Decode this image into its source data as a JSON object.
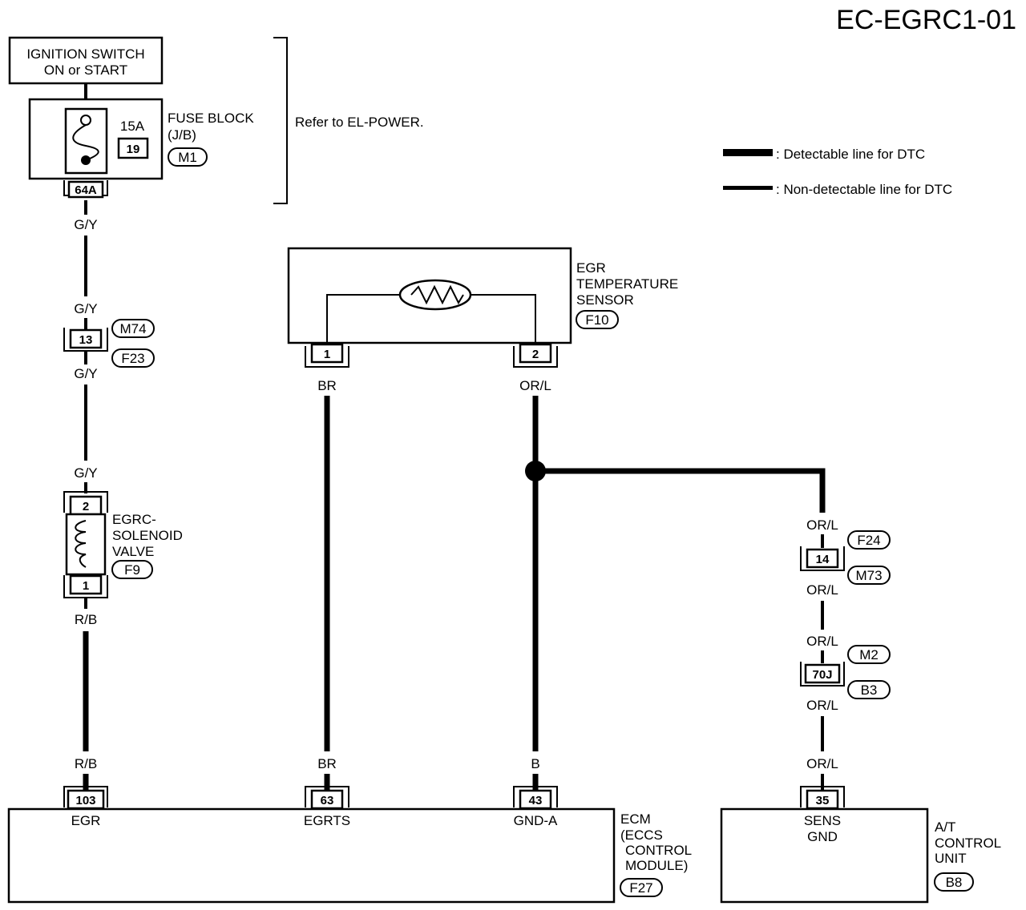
{
  "page_code": "EC-EGRC1-01",
  "legend": {
    "detectable": ": Detectable line for DTC",
    "non_detectable": ": Non-detectable line for DTC"
  },
  "ignition_switch": {
    "line1": "IGNITION SWITCH",
    "line2": "ON or START"
  },
  "fuse_block": {
    "line1": "FUSE BLOCK",
    "line2": "(J/B)",
    "rating": "15A",
    "fuse_no": "19",
    "connector": "M1",
    "terminal": "64A",
    "note": "Refer to EL-POWER."
  },
  "wires": {
    "gy": "G/Y",
    "rb": "R/B",
    "br": "BR",
    "orl": "OR/L",
    "b": "B"
  },
  "joint_13": {
    "pin": "13",
    "conn_top": "M74",
    "conn_bottom": "F23"
  },
  "solenoid": {
    "line1": "EGRC-",
    "line2": "SOLENOID",
    "line3": "VALVE",
    "connector": "F9",
    "pin_top": "2",
    "pin_bottom": "1"
  },
  "temp_sensor": {
    "line1": "EGR",
    "line2": "TEMPERATURE",
    "line3": "SENSOR",
    "connector": "F10",
    "pin1": "1",
    "pin2": "2"
  },
  "joint_14": {
    "pin": "14",
    "conn_top": "F24",
    "conn_bottom": "M73"
  },
  "joint_70j": {
    "pin": "70J",
    "conn_top": "M2",
    "conn_bottom": "B3"
  },
  "ecm": {
    "line1": "ECM",
    "line2": "(ECCS",
    "line3": "CONTROL",
    "line4": "MODULE)",
    "connector": "F27",
    "terminals": [
      {
        "pin": "103",
        "name": "EGR"
      },
      {
        "pin": "63",
        "name": "EGRTS"
      },
      {
        "pin": "43",
        "name": "GND-A"
      }
    ]
  },
  "tcm": {
    "line1": "A/T",
    "line2": "CONTROL",
    "line3": "UNIT",
    "connector": "B8",
    "pin": "35",
    "name_line1": "SENS",
    "name_line2": "GND"
  }
}
